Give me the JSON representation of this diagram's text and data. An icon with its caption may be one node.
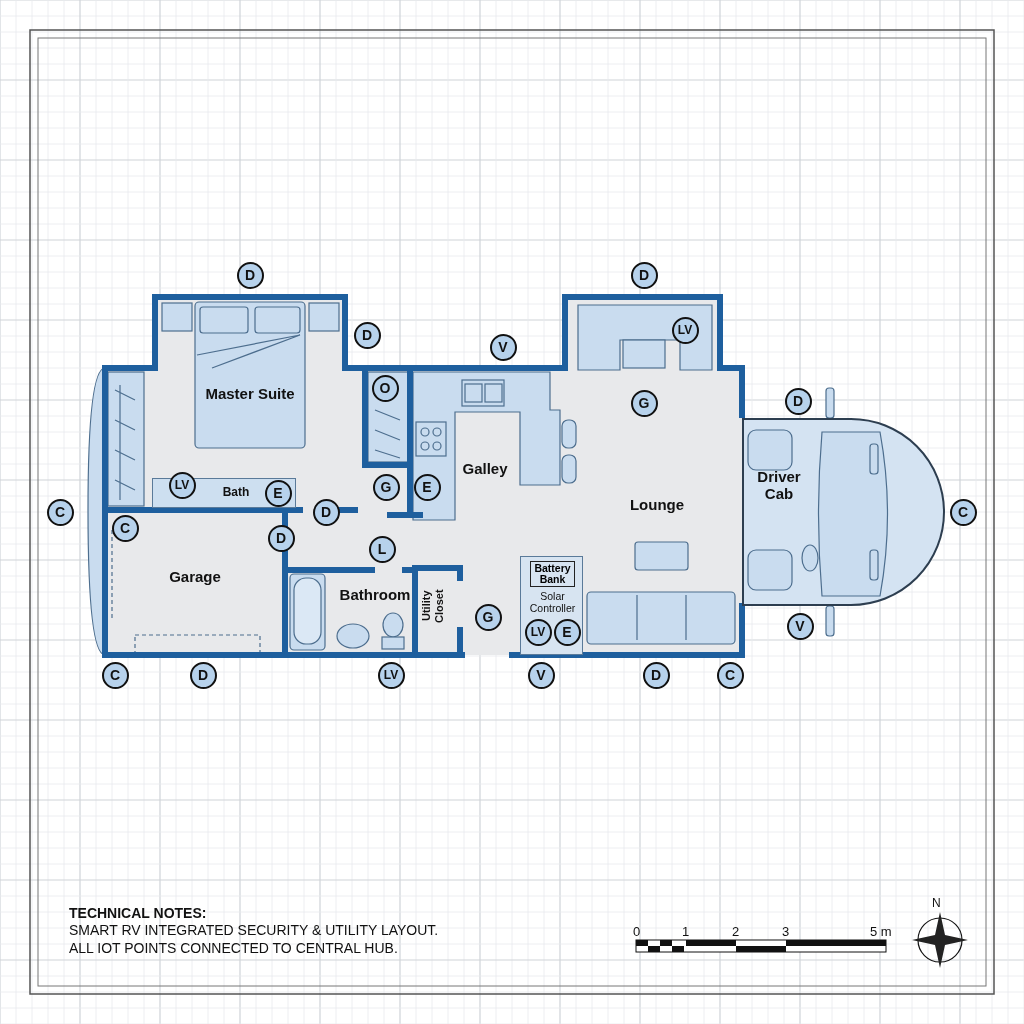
{
  "diagram": {
    "nodes": [
      {
        "text": [
          "D"
        ]
      },
      {
        "text": [
          "D"
        ]
      },
      {
        "text": [
          "Master Suite"
        ]
      },
      {
        "text": [
          "D"
        ]
      },
      {
        "text": [
          "V"
        ]
      },
      {
        "text": [
          "Lounge"
        ]
      },
      {
        "text": [
          "LV"
        ],
        "in": 5
      },
      {
        "text": [
          "O"
        ]
      },
      {
        "text": [
          "D"
        ]
      },
      {
        "text": [
          "G"
        ],
        "in": 5
      },
      {
        "text": [
          "Galley"
        ]
      },
      {
        "text": [
          "Bath"
        ],
        "in": 2
      },
      {
        "text": [
          "LV"
        ],
        "in": 11
      },
      {
        "text": [
          "E"
        ],
        "in": 11
      },
      {
        "text": [
          "G"
        ]
      },
      {
        "text": [
          "E"
        ],
        "in": 10
      },
      {
        "text": [
          "Driver Cab"
        ]
      },
      {
        "text": [
          "C"
        ]
      },
      {
        "text": [
          "D"
        ]
      },
      {
        "text": [
          "C"
        ]
      },
      {
        "text": [
          "Garage"
        ]
      },
      {
        "text": [
          "C"
        ],
        "in": 20
      },
      {
        "text": [
          "D"
        ]
      },
      {
        "text": [
          "L"
        ]
      },
      {
        "text": [
          "Solar Controller"
        ]
      },
      {
        "text": [
          "Battery Bank"
        ],
        "in": 24
      },
      {
        "text": [
          "Bathroom"
        ]
      },
      {
        "text": [
          "Utility Closet"
        ]
      },
      {
        "text": [
          "G"
        ]
      },
      {
        "text": [
          "LV"
        ],
        "in": 24
      },
      {
        "text": [
          "E"
        ],
        "in": 24
      },
      {
        "text": [
          "V"
        ]
      },
      {
        "text": [
          "C"
        ]
      },
      {
        "text": [
          "D"
        ]
      },
      {
        "text": [
          "LV"
        ]
      },
      {
        "text": [
          "V"
        ]
      },
      {
        "text": [
          "D"
        ]
      },
      {
        "text": [
          "C"
        ]
      }
    ],
    "edges": [],
    "labels": [
      "TECHNICAL NOTES:",
      "SMART RV INTEGRATED SECURITY & UTILITY LAYOUT.",
      "ALL IOT POINTS CONNECTED TO CENTRAL HUB.",
      "0",
      "1",
      "2",
      "3",
      "5 m",
      "N"
    ]
  }
}
